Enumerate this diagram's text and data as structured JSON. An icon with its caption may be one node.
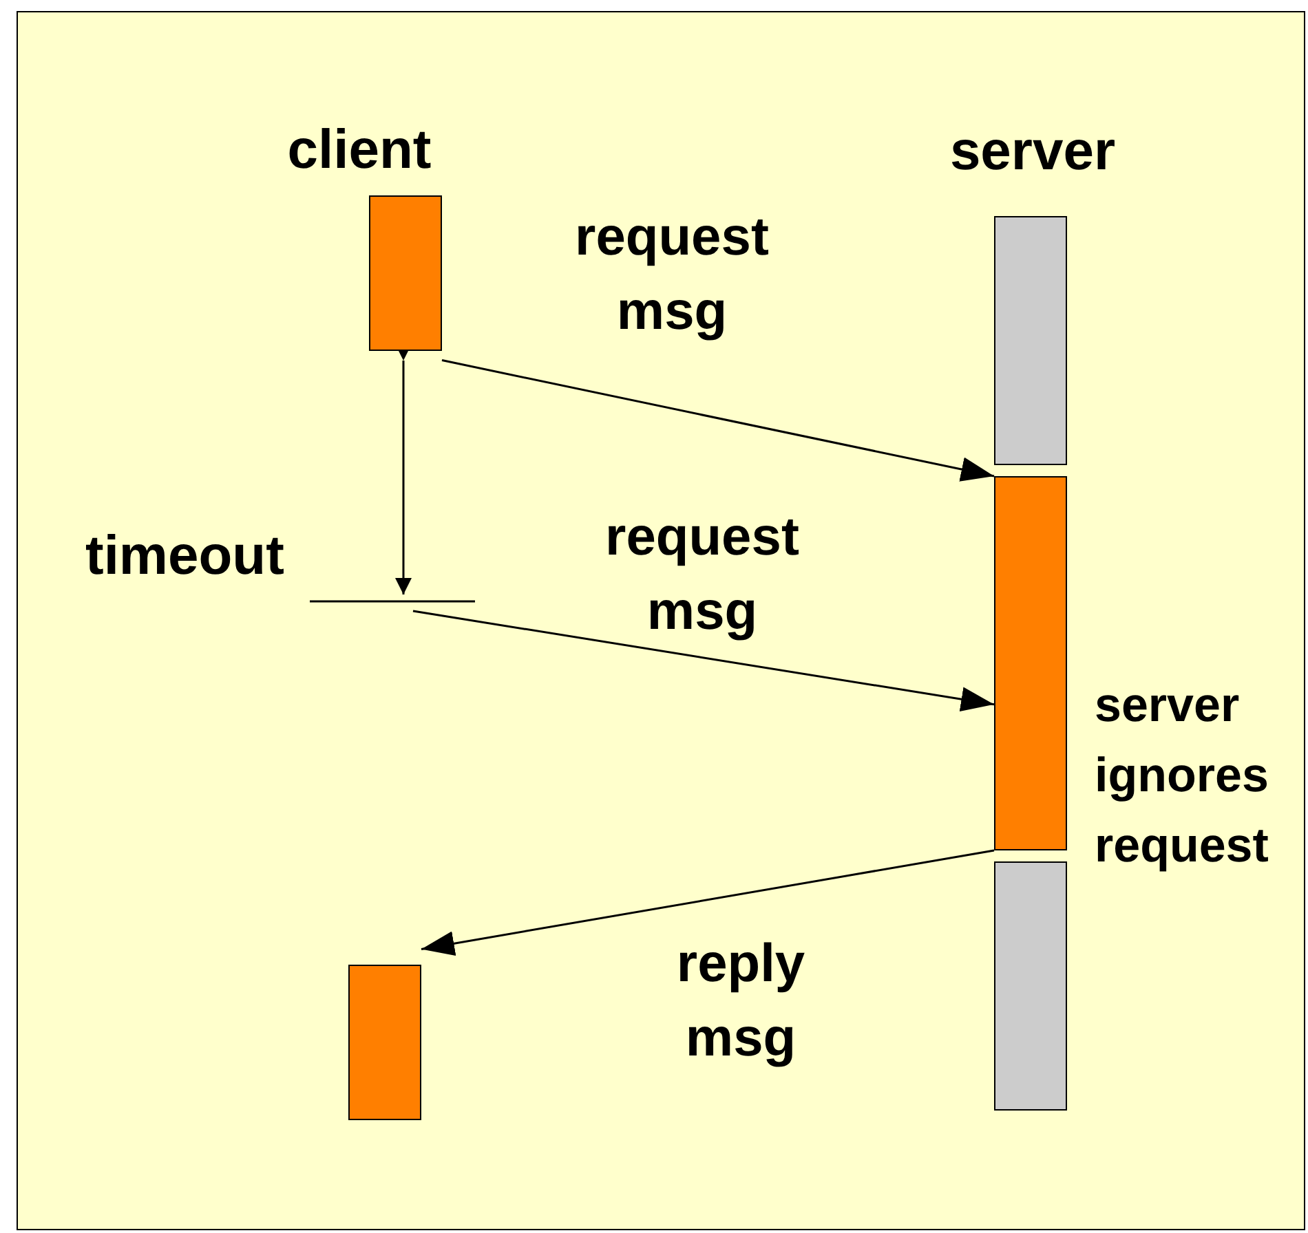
{
  "diagram": {
    "nodes": [
      {
        "text": [
          "client"
        ]
      },
      {
        "text": [
          "server"
        ]
      },
      {
        "text": [],
        "shape": "bar",
        "beside": [
          "server ignores request"
        ]
      },
      {
        "text": [],
        "shape": "bar"
      },
      {
        "text": [],
        "shape": "bar"
      }
    ],
    "edges": [
      {
        "from": 0,
        "to": 2,
        "arrow": "to",
        "label": "request msg"
      },
      {
        "from": null,
        "to": 2,
        "arrow": "to",
        "label": "request msg"
      },
      {
        "from": 2,
        "to": 3,
        "arrow": "to",
        "label": "reply msg"
      }
    ],
    "labels": [
      "timeout"
    ]
  }
}
